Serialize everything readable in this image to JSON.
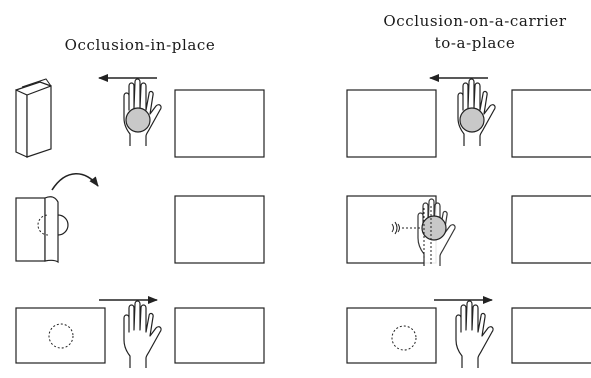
{
  "panels": {
    "left": {
      "title": "Occlusion-in-place"
    },
    "right": {
      "title_line1": "Occlusion-on-a-carrier",
      "title_line2": "to-a-place"
    }
  },
  "colors": {
    "stroke": "#222222",
    "ball_fill": "#c8c8c8",
    "background": "#ffffff"
  },
  "icons": {
    "hand": "open-hand-icon",
    "ball": "ball-icon",
    "arrow": "arrow-icon",
    "screen": "screen-icon"
  }
}
